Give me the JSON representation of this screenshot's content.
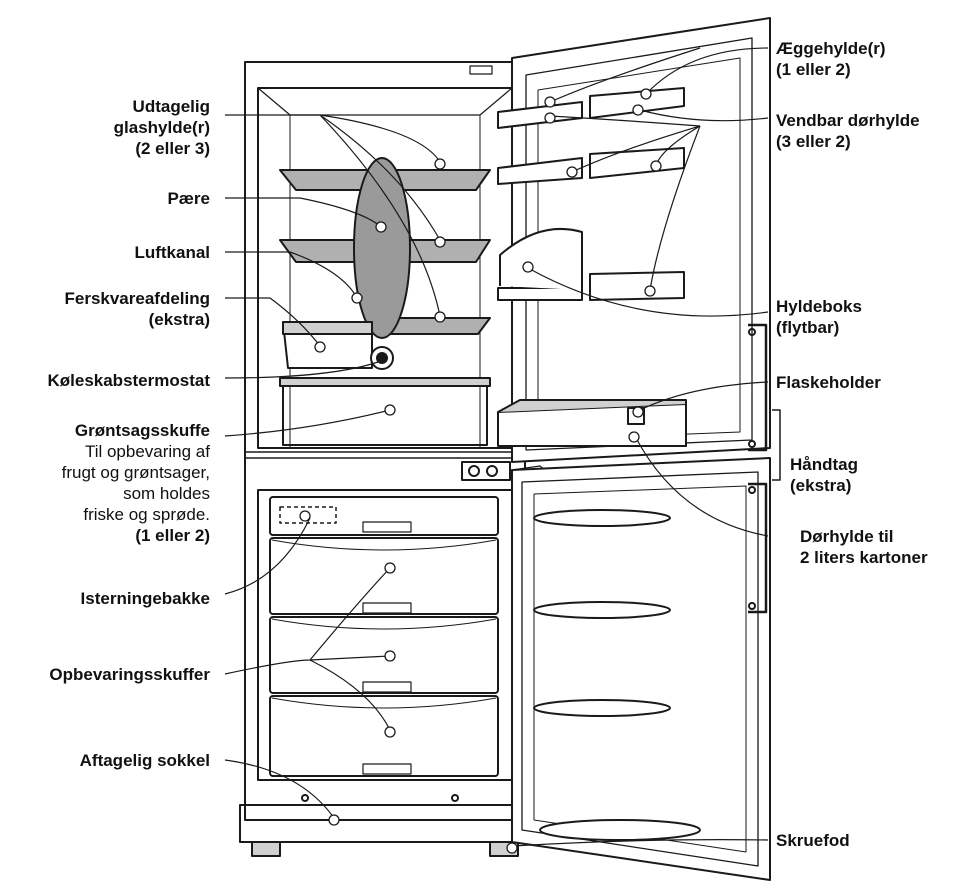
{
  "labels_left": {
    "glass_shelf": [
      "Udtagelig",
      "glashylde(r)",
      "(2 eller 3)"
    ],
    "bulb": [
      "Pære"
    ],
    "air_duct": [
      "Luftkanal"
    ],
    "fresh_compartment": [
      "Ferskvareafdeling",
      "(ekstra)"
    ],
    "thermostat": [
      "Køleskabstermostat"
    ],
    "crisper_title": "Grøntsagsskuffe",
    "crisper_desc": [
      "Til opbevaring af",
      "frugt og grøntsager,",
      "som holdes",
      "friske og sprøde."
    ],
    "crisper_count": "(1 eller 2)",
    "ice_tray": [
      "Isterningebakke"
    ],
    "storage_drawers": [
      "Opbevaringsskuffer"
    ],
    "plinth": [
      "Aftagelig sokkel"
    ]
  },
  "labels_right": {
    "egg_shelf": [
      "Æggehylde(r)",
      "(1 eller 2)"
    ],
    "door_shelf": [
      "Vendbar dørhylde",
      "(3 eller 2)"
    ],
    "shelf_box": [
      "Hyldeboks",
      "(flytbar)"
    ],
    "bottle_holder": [
      "Flaskeholder"
    ],
    "handle": [
      "Håndtag",
      "(ekstra)"
    ],
    "carton_shelf": [
      "Dørhylde til",
      "2 liters kartoner"
    ],
    "screw_foot": [
      "Skruefod"
    ]
  },
  "colors": {
    "line": "#1a1a1a",
    "glass": "#9a9a9a",
    "shade": "#c8c8c8",
    "bg": "#ffffff"
  }
}
